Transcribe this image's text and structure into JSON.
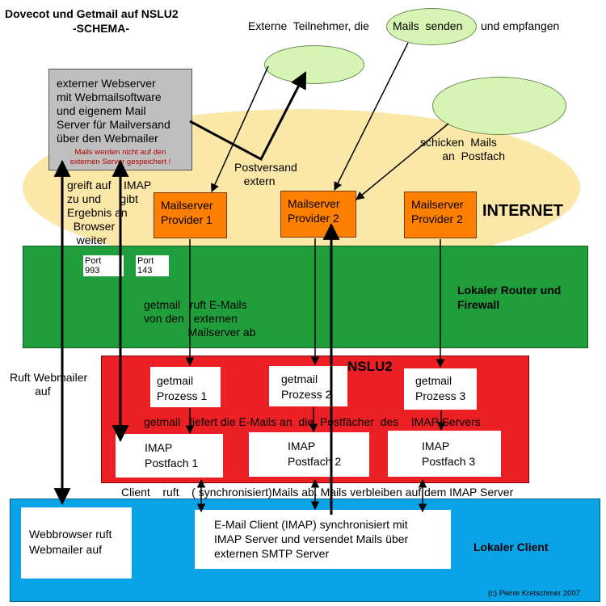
{
  "title": {
    "line1": "Dovecot und Getmail auf NSLU2",
    "line2": "-SCHEMA-"
  },
  "top_label": {
    "left": "Externe  Teilnehmer, die",
    "mid": "Mails  senden",
    "right": "und empfangen"
  },
  "webserver": {
    "text": "externer Webserver\nmit Webmailsoftware\nund eigenem Mail\nServer für Mailversand\nüber den Webmailer",
    "note": "Mails werden nicht auf den\nexternen Server gespeichert !"
  },
  "labels": {
    "postversand": "Postversand\n   extern",
    "schicken": "schicken  Mails\n       an  Postfach",
    "greift": "greift auf    IMAP\nzu und      gibt\nErgebnis an\n  Browser\n   weiter",
    "getmail_ruft": "getmail   ruft E-Mails\nvon den   externen\n              Mailserver ab",
    "ruft_webmailer": "Ruft Webmailer\n        auf",
    "getmail_liefert": "getmail   liefert die E-Mails an  die  Postfächer  des    IMAP Servers",
    "client_ruft": "Client    ruft    ( synchronisiert)Mails ab. Mails verbleiben auf dem IMAP Server",
    "copyright": "(c) Pierre Kretschmer 2007"
  },
  "zones": {
    "internet": "INTERNET",
    "router": "Lokaler Router und\nFirewall",
    "nslu2": "NSLU2",
    "client": "Lokaler Client"
  },
  "ports": {
    "p993": "Port\n993",
    "p143": "Port\n143"
  },
  "mailservers": [
    {
      "label": "Mailserver\nProvider 1"
    },
    {
      "label": "Mailserver\nProvider 2"
    },
    {
      "label": "Mailserver\nProvider 2"
    }
  ],
  "getmail": [
    {
      "label": "getmail\nProzess 1"
    },
    {
      "label": "getmail\nProzess 2"
    },
    {
      "label": "getmail\nProzess 3"
    }
  ],
  "imap": [
    {
      "label": "IMAP\nPostfach 1"
    },
    {
      "label": "IMAP\nPostfach 2"
    },
    {
      "label": "IMAP\nPostfach 3"
    }
  ],
  "client": {
    "browser": "Webbrowser ruft\nWebmailer auf",
    "email_client": "E-Mail Client (IMAP) synchronisiert mit\nIMAP Server und versendet Mails über\nexternen SMTP Server"
  },
  "colors": {
    "internet": "#fbe7a7",
    "router": "#1f9e3b",
    "nslu2": "#ec2024",
    "client": "#0aa3e8",
    "orange": "#ff7f00",
    "cloud": "#d6f5b4",
    "webserver": "#bfbfbf",
    "note": "#b30000"
  }
}
